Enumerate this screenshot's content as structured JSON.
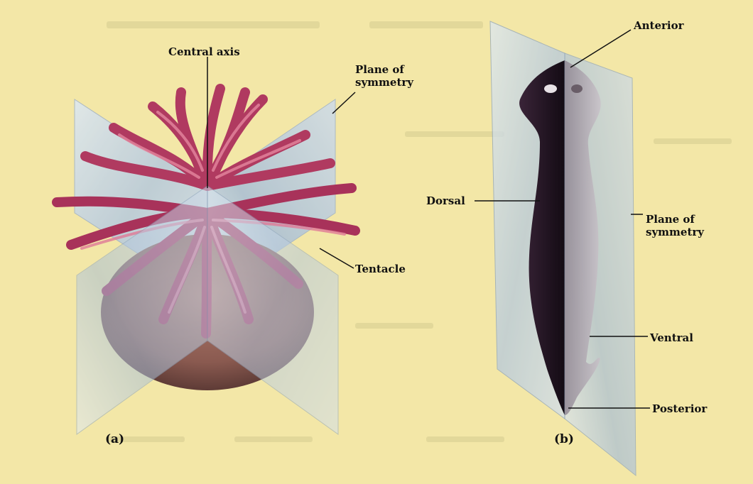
{
  "panel_a": {
    "label": "(a)",
    "labels": {
      "central_axis": "Central axis",
      "plane_of_symmetry": "Plane of symmetry",
      "tentacle": "Tentacle"
    }
  },
  "panel_b": {
    "label": "(b)",
    "labels": {
      "anterior": "Anterior",
      "dorsal": "Dorsal",
      "plane_of_symmetry": "Plane of symmetry",
      "ventral": "Ventral",
      "posterior": "Posterior"
    }
  },
  "colors": {
    "background": "#f3e7a7",
    "plane_glass": "#c9d9ea",
    "anemone_pink": "#c24a6e",
    "anemone_body": "#8d5a52",
    "flatworm_dark": "#2a1a2a",
    "label_text": "#111111"
  }
}
